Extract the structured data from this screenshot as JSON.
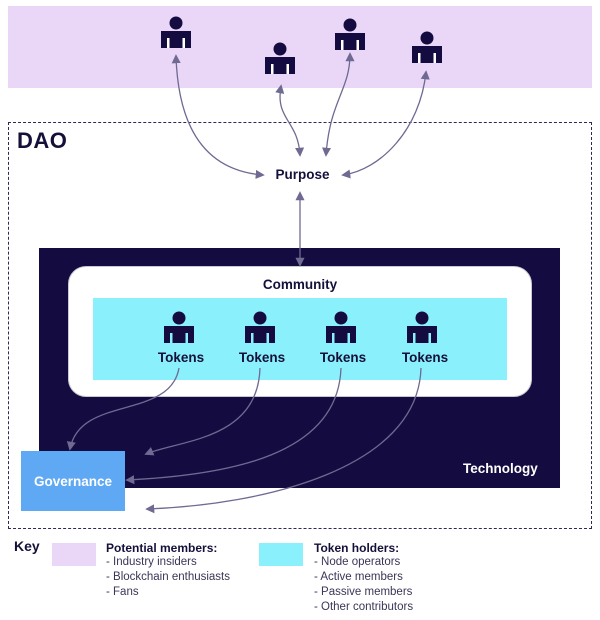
{
  "diagram": {
    "dao_title": "DAO",
    "purpose_label": "Purpose",
    "community_label": "Community",
    "technology_label": "Technology",
    "governance_label": "Governance",
    "tokens": [
      "Tokens",
      "Tokens",
      "Tokens",
      "Tokens"
    ]
  },
  "key": {
    "title": "Key",
    "potential_members": {
      "heading": "Potential members:",
      "items": [
        "- Industry insiders",
        "- Blockchain enthusiasts",
        "- Fans"
      ]
    },
    "token_holders": {
      "heading": "Token holders:",
      "items": [
        "- Node operators",
        "- Active members",
        "- Passive members",
        "- Other contributors"
      ]
    }
  },
  "colors": {
    "potential_members": "#ead6f7",
    "token_holders": "#8af0fc",
    "technology": "#140c40",
    "governance": "#5fa9f4",
    "arrow": "#6f6a92"
  },
  "icons": [
    "person-icon"
  ]
}
